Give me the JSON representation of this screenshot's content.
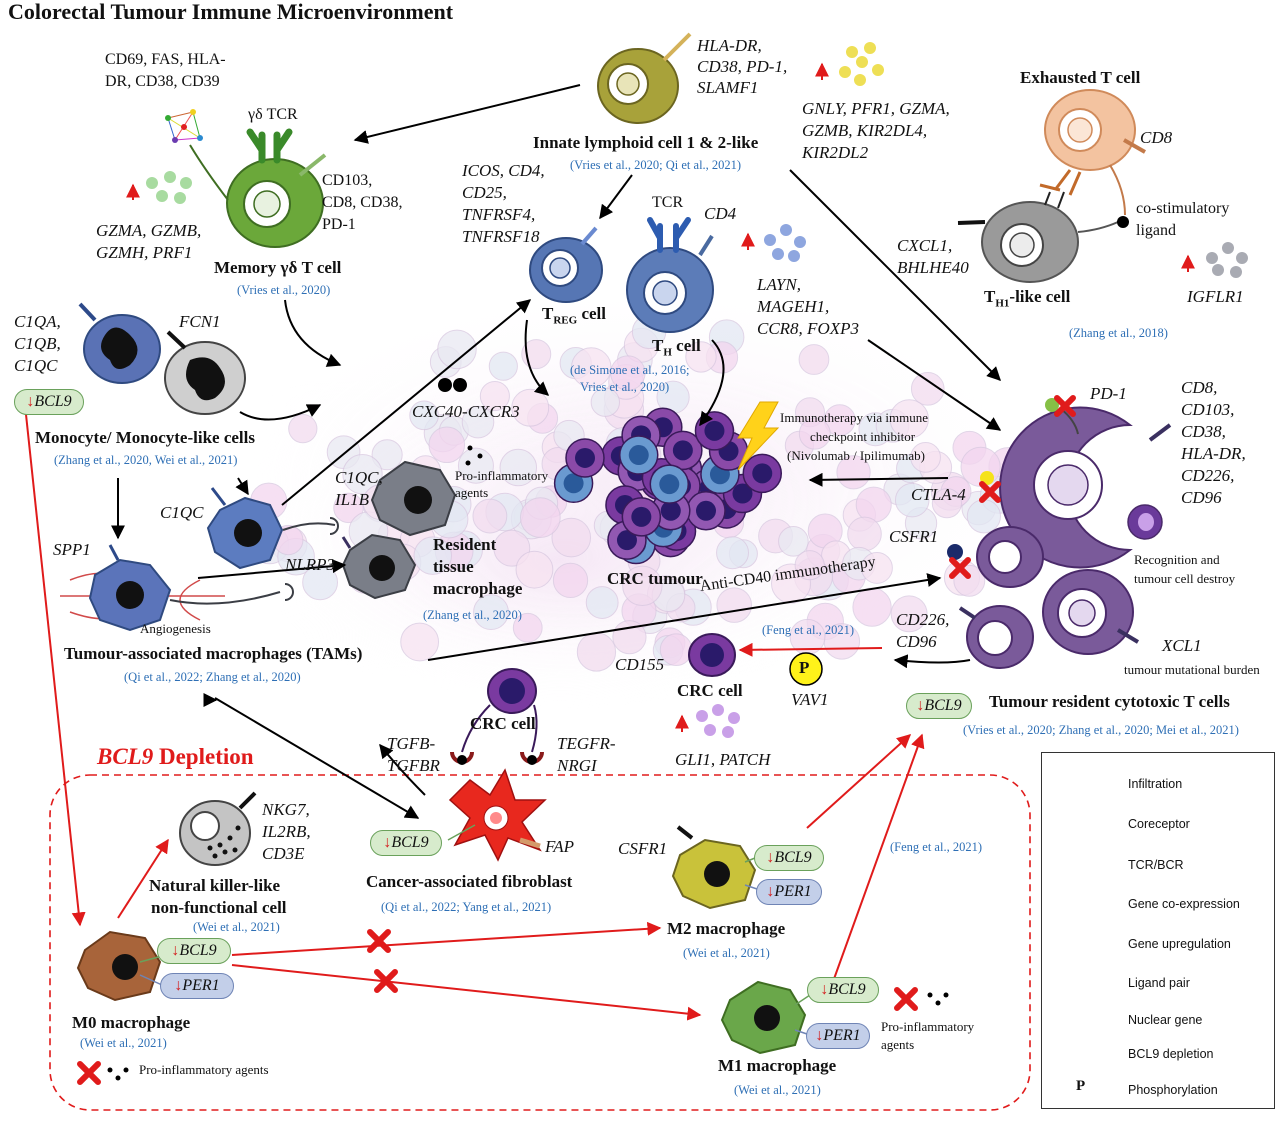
{
  "title": "Colorectal Tumour Immune Microenvironment",
  "colors": {
    "arrow_black": "#000000",
    "depletion_red": "#e01b1b",
    "citation_blue": "#2e6fb5",
    "gene_green": "#d7ebcc",
    "gene_blue": "#c3cfe9",
    "tumour_purple": "#7a4f9a",
    "macrophage_grey": "#6b6f78"
  },
  "cells": {
    "gd_t": {
      "name": "Memory γδ T cell",
      "tcr": "γδ TCR",
      "markers_top": "CD69, FAS, HLA-",
      "markers_top2": "DR, CD38, CD39",
      "markers_right1": "CD103,",
      "markers_right2": "CD8, CD38,",
      "markers_right3": "PD-1",
      "genes1": "GZMA, GZMB,",
      "genes2": "GZMH, PRF1",
      "cite": "(Vries et al., 2020)"
    },
    "ilc": {
      "name": "Innate lymphoid cell 1 & 2-like",
      "m1": "HLA-DR,",
      "m2": "CD38, PD-1,",
      "m3": "SLAMF1",
      "g1": "GNLY, PFR1, GZMA,",
      "g2": "GZMB, KIR2DL4,",
      "g3": "KIR2DL2",
      "cite": "(Vries et al., 2020; Qi et al., 2021)"
    },
    "exhausted": {
      "name": "Exhausted T cell",
      "cd8": "CD8",
      "costim1": "co-stimulatory",
      "costim2": "ligand",
      "genes1": "CXCL1,",
      "genes2": "BHLHE40",
      "th1": "T",
      "th1_sub": "H1",
      "th1_rest": "-like cell",
      "upgene": "IGFLR1",
      "cite": "(Zhang et al., 2018)"
    },
    "treg": {
      "m1": "ICOS, CD4,",
      "m2": "CD25,",
      "m3": "TNFRSF4,",
      "m4": "TNFRSF18",
      "name": "T",
      "sub": "REG",
      "rest": " cell"
    },
    "th": {
      "tcr": "TCR",
      "cd4": "CD4",
      "name": "T",
      "sub": "H",
      "rest": " cell",
      "g1": "LAYN,",
      "g2": "MAGEH1,",
      "g3": "CCR8, FOXP3",
      "cite1": "(de Simone et al., 2016;",
      "cite2": "Vries et al., 2020)"
    },
    "mono": {
      "g1": "C1QA,",
      "g2": "C1QB,",
      "g3": "C1QC",
      "fcn": "FCN1",
      "bcl9": "BCL9",
      "name": "Monocyte/ Monocyte-like cells",
      "cite": "(Zhang et al., 2020, Wei et al., 2021)"
    },
    "cxc": "CXC40-CXCR3",
    "tam": {
      "spp1": "SPP1",
      "c1qc": "C1QC",
      "nlrp3": "NLRP3",
      "angio": "Angiogenesis",
      "name": "Tumour-associated macrophages (TAMs)",
      "cite": "(Qi et al., 2022; Zhang et al., 2020)"
    },
    "rtm": {
      "g1": "C1QC,",
      "g2": "IL1B",
      "pro1": "Pro-inflammatory",
      "pro2": "agents",
      "n1": "Resident",
      "n2": "tissue",
      "n3": "macrophage",
      "cite": "(Zhang et al., 2020)"
    },
    "crc": {
      "tumour": "CRC tumour",
      "cell1": "CRC cell",
      "cell2": "CRC cell",
      "cd155": "CD155",
      "tgfb1": "TGFB-",
      "tgfb2": "TGFBR",
      "tegfr1": "TEGFR-",
      "tegfr2": "NRGI",
      "gli": "GLI1, PATCH",
      "vav": "VAV1",
      "p": "P",
      "cite": "(Feng et al., 2021)",
      "anti": "Anti-CD40 immunotherapy"
    },
    "immuno": {
      "l1": "Immunotherapy via immune",
      "l2": "checkpoint inhibitor",
      "l3": "(Nivolumab / Ipilimumab)"
    },
    "trm": {
      "pd1": "PD-1",
      "m1": "CD8,",
      "m2": "CD103,",
      "m3": "CD38,",
      "m4": "HLA-DR,",
      "m5": "CD226,",
      "m6": "CD96",
      "ctla4": "CTLA-4",
      "csfr1": "CSFR1",
      "cd226a": "CD226,",
      "cd226b": "CD96",
      "rec1": "Recognition and",
      "rec2": "tumour cell destroy",
      "xcl1": "XCL1",
      "burden": "tumour mutational burden",
      "bcl9": "BCL9",
      "name": "Tumour resident cytotoxic T cells",
      "cite": "(Vries et al., 2020; Zhang et al., 2020; Mei et al., 2021)"
    },
    "depl": {
      "gene": "BCL9",
      "word": " Depletion"
    },
    "nk": {
      "g1": "NKG7,",
      "g2": "IL2RB,",
      "g3": "CD3E",
      "n1": "Natural killer-like",
      "n2": "non-functional cell",
      "cite": "(Wei et al., 2021)"
    },
    "caf": {
      "bcl9": "BCL9",
      "fap": "FAP",
      "name": "Cancer-associated fibroblast",
      "cite": "(Qi et al., 2022; Yang et al., 2021)"
    },
    "m0": {
      "bcl9": "BCL9",
      "per1": "PER1",
      "name": "M0 macrophage",
      "cite": "(Wei et al., 2021)",
      "pro": "Pro-inflammatory agents"
    },
    "m2": {
      "csfr1": "CSFR1",
      "bcl9": "BCL9",
      "per1": "PER1",
      "name": "M2 macrophage",
      "cite": "(Wei et al., 2021)",
      "feng": "(Feng et al., 2021)"
    },
    "m1": {
      "bcl9": "BCL9",
      "per1": "PER1",
      "name": "M1 macrophage",
      "cite": "(Wei et al., 2021)",
      "pro1": "Pro-inflammatory",
      "pro2": "agents"
    }
  },
  "legend": [
    "Infiltration",
    "Coreceptor",
    "TCR/BCR",
    "Gene co-expression",
    "Gene upregulation",
    "Ligand pair",
    "Nuclear gene",
    "BCL9 depletion",
    "Phosphorylation"
  ],
  "legend_icons": [
    "curved-arrow-icon",
    "coreceptor-icon",
    "tcr-bcr-icon",
    "gene-network-icon",
    "gene-upregulation-icon",
    "ligand-pair-icon",
    "nuclear-gene-icon",
    "red-arrow-icon",
    "phosphorylation-icon"
  ]
}
